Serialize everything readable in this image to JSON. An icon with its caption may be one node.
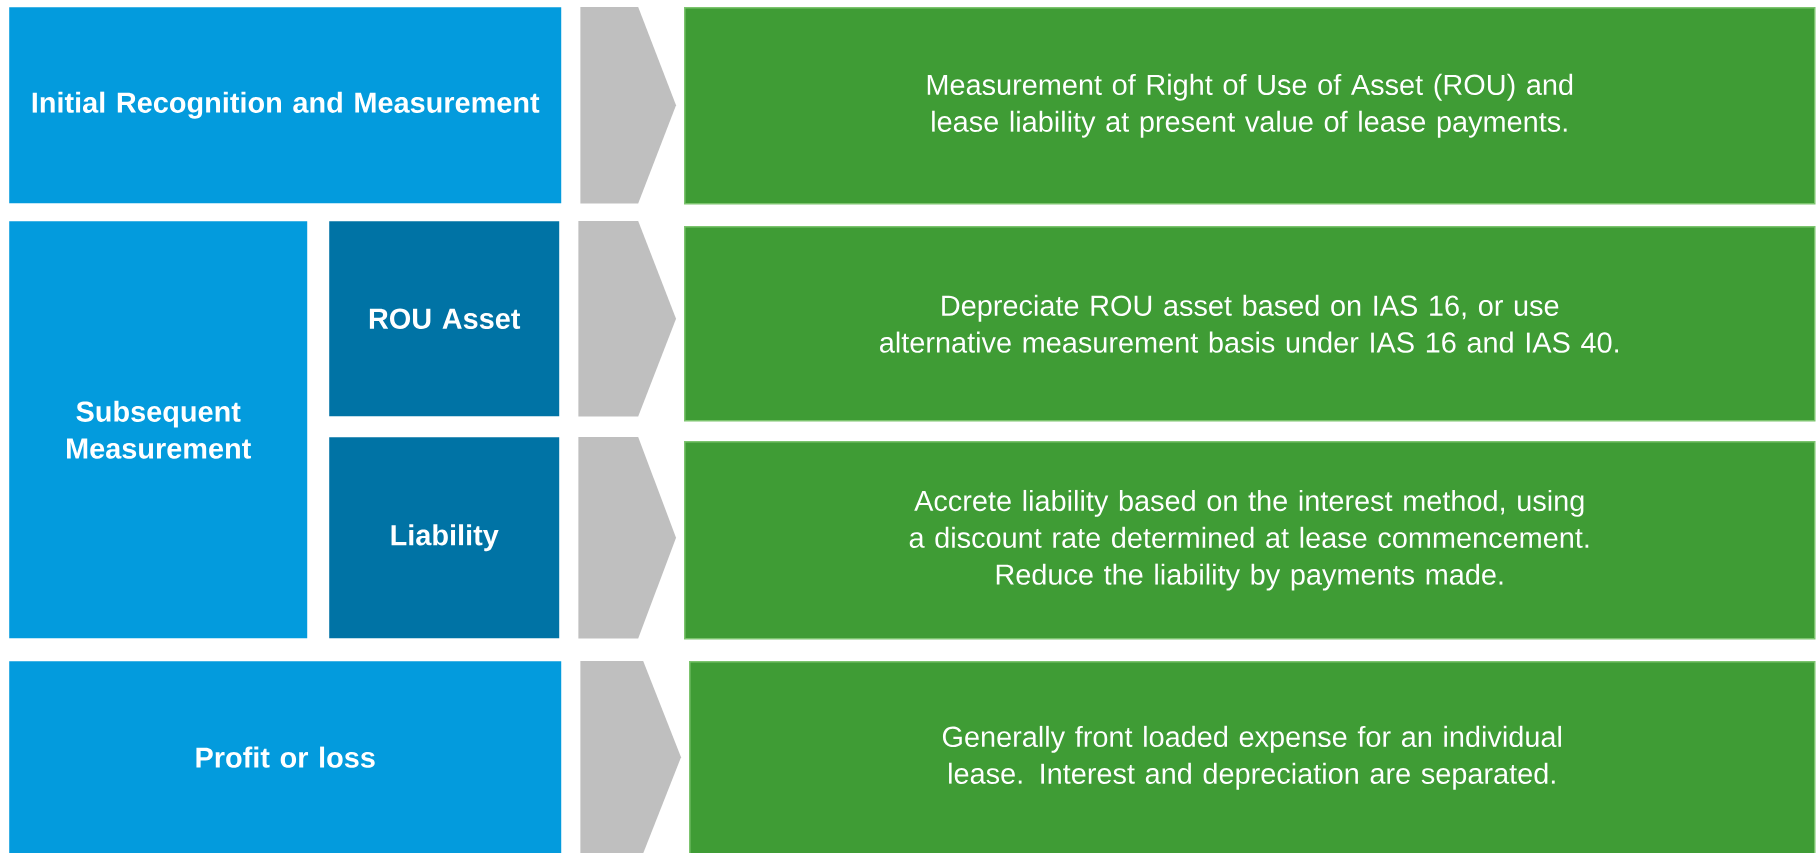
{
  "diagram": {
    "nodes": [
      {
        "text": [
          "Initial Recognition and Measurement"
        ]
      },
      {
        "text": [
          "Measurement of Right of Use of Asset (ROU) and lease liability at present value of lease payments."
        ]
      },
      {
        "text": [
          "Subsequent Measurement"
        ]
      },
      {
        "text": [
          "ROU Asset"
        ]
      },
      {
        "text": [
          "Depreciate ROU asset based on IAS 16, or use alternative measurement basis under IAS 16 and IAS 40."
        ]
      },
      {
        "text": [
          "Liability"
        ]
      },
      {
        "text": [
          "Accrete liability based on the interest method, using a discount rate determined at lease commencement.",
          "Reduce the liability by payments made."
        ]
      },
      {
        "text": [
          "Profit or loss"
        ]
      },
      {
        "text": [
          "Generally front loaded expense for an individual lease. Interest and depreciation are separated."
        ]
      }
    ],
    "edges": [
      {
        "from": 0,
        "to": 1,
        "arrow": "to"
      },
      {
        "from": 3,
        "to": 4,
        "arrow": "to"
      },
      {
        "from": 5,
        "to": 6,
        "arrow": "to"
      },
      {
        "from": 7,
        "to": 8,
        "arrow": "to"
      }
    ]
  }
}
